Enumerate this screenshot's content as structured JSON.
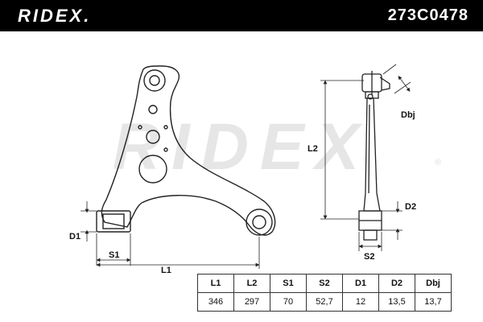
{
  "header": {
    "brand": "RIDEX.",
    "part_number": "273C0478"
  },
  "watermark": {
    "text": "RIDEX",
    "registered": "®"
  },
  "labels": {
    "l1": "L1",
    "l2": "L2",
    "s1": "S1",
    "s2": "S2",
    "d1": "D1",
    "d2": "D2",
    "dbj": "Dbj"
  },
  "table": {
    "headers": [
      "L1",
      "L2",
      "S1",
      "S2",
      "D1",
      "D2",
      "Dbj"
    ],
    "values": [
      "346",
      "297",
      "70",
      "52,7",
      "12",
      "13,5",
      "13,7"
    ]
  },
  "colors": {
    "header_bg": "#000000",
    "line": "#222222",
    "watermark": "#e6e6e6"
  }
}
